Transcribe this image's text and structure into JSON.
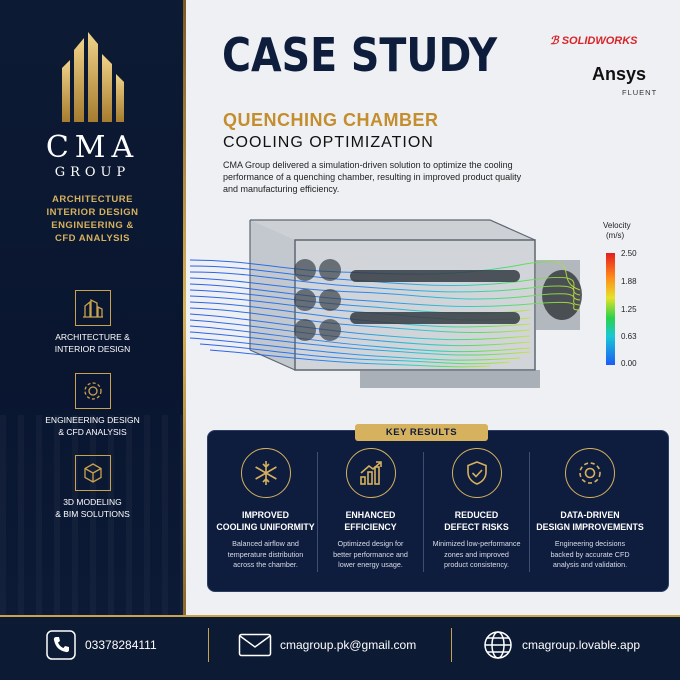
{
  "brand": {
    "name": "CMA",
    "sub": "GROUP",
    "tagline": [
      "ARCHITECTURE",
      "INTERIOR DESIGN",
      "ENGINEERING &",
      "CFD ANALYSIS"
    ]
  },
  "services": [
    {
      "icon": "building-icon",
      "line1": "ARCHITECTURE &",
      "line2": "INTERIOR DESIGN"
    },
    {
      "icon": "gear-icon",
      "line1": "ENGINEERING DESIGN",
      "line2": "& CFD ANALYSIS"
    },
    {
      "icon": "cube-icon",
      "line1": "3D MODELING",
      "line2": "& BIM SOLUTIONS"
    }
  ],
  "header": {
    "title": "CASE STUDY",
    "solidworks": "SOLIDWORKS",
    "ansys": "Ansys",
    "fluent": "FLUENT",
    "subtitle1": "QUENCHING CHAMBER",
    "subtitle2": "COOLING OPTIMIZATION",
    "description": "CMA Group delivered a simulation-driven solution to optimize the cooling performance of a quenching chamber, resulting in improved product quality and manufacturing efficiency."
  },
  "legend": {
    "title1": "Velocity",
    "title2": "(m/s)",
    "ticks": [
      "2.50",
      "1.88",
      "1.25",
      "0.63",
      "0.00"
    ]
  },
  "results": {
    "tab": "KEY RESULTS",
    "items": [
      {
        "icon": "snowflake-icon",
        "title1": "IMPROVED",
        "title2": "COOLING UNIFORMITY",
        "desc1": "Balanced airflow and",
        "desc2": "temperature distribution",
        "desc3": "across the chamber."
      },
      {
        "icon": "growth-chart-icon",
        "title1": "ENHANCED",
        "title2": "EFFICIENCY",
        "desc1": "Optimized design for",
        "desc2": "better performance and",
        "desc3": "lower energy usage."
      },
      {
        "icon": "shield-check-icon",
        "title1": "REDUCED",
        "title2": "DEFECT RISKS",
        "desc1": "Minimized low-performance",
        "desc2": "zones and improved",
        "desc3": "product consistency."
      },
      {
        "icon": "gear-icon",
        "title1": "DATA-DRIVEN",
        "title2": "DESIGN IMPROVEMENTS",
        "desc1": "Engineering decisions",
        "desc2": "backed by accurate CFD",
        "desc3": "analysis and validation."
      }
    ]
  },
  "footer": {
    "phone": "03378284111",
    "email": "cmagroup.pk@gmail.com",
    "website": "cmagroup.lovable.app"
  },
  "colors": {
    "navy": "#0e1c3e",
    "gold": "#d6b15e",
    "accent_red": "#d8242a"
  }
}
